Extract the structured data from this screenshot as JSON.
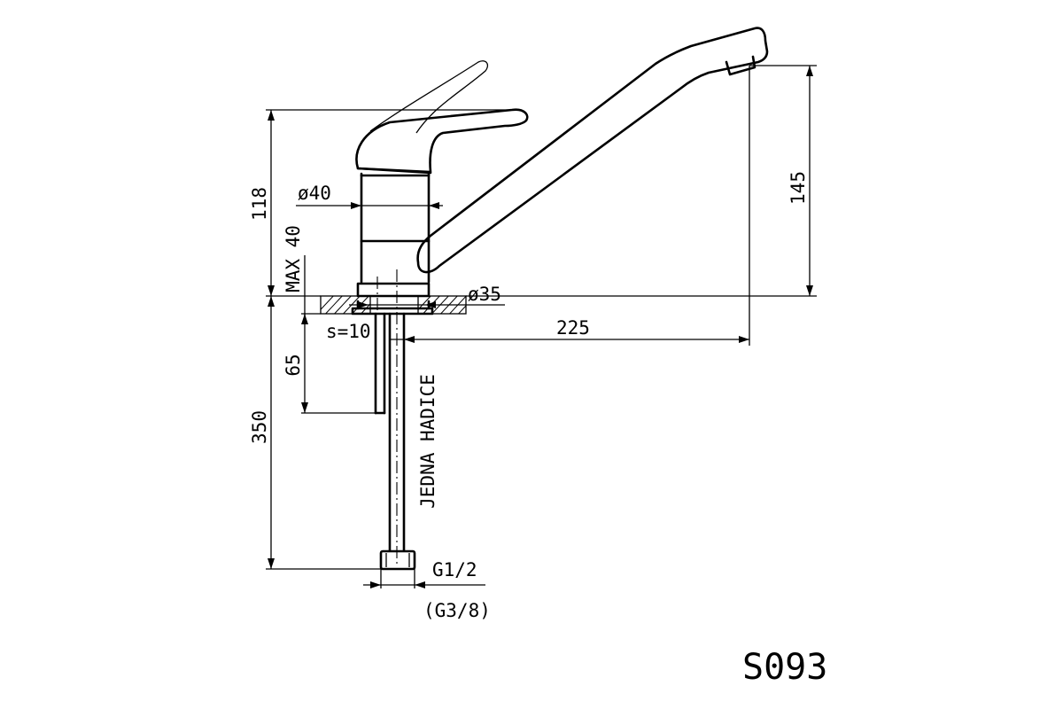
{
  "drawing": {
    "model_code": "S093",
    "hose_note": "JEDNA HADICE",
    "dimensions": {
      "height_118": "118",
      "max_deck": "MAX 40",
      "body_diameter": "ø40",
      "base_diameter": "ø35",
      "spout_height": "145",
      "spout_reach": "225",
      "plate_thickness": "s=10",
      "stud_length": "65",
      "hose_length": "350",
      "thread": "G1/2",
      "thread_alt": "(G3/8)"
    }
  }
}
